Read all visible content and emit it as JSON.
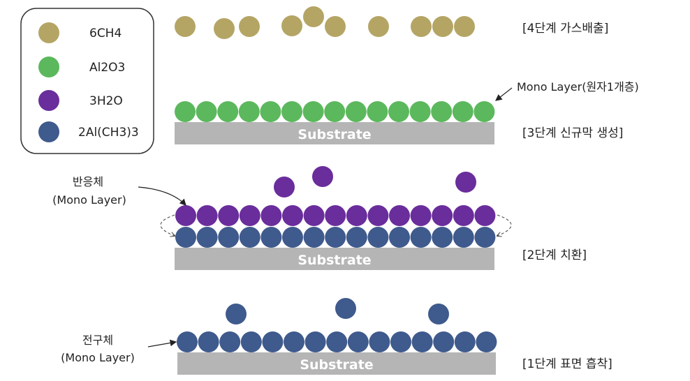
{
  "colors": {
    "ch4": "#b5a565",
    "al2o3": "#5cb85c",
    "h2o": "#6a2d9c",
    "precursor": "#3f5a8c",
    "substrate": "#b5b5b5",
    "legend_border": "#333333"
  },
  "legend": [
    {
      "label": "6CH4",
      "color_key": "ch4"
    },
    {
      "label": "Al2O3",
      "color_key": "al2o3"
    },
    {
      "label": "3H2O",
      "color_key": "h2o"
    },
    {
      "label": "2Al(CH3)3",
      "color_key": "precursor"
    }
  ],
  "stages": {
    "stage4": "[4단계 가스배출]",
    "stage3": "[3단계 신규막 생성]",
    "stage2": "[2단계 치환]",
    "stage1": "[1단계 표면 흡착]"
  },
  "annotations": {
    "mono_layer_atom": "Mono Layer(원자1개층)",
    "reactant": "반응체",
    "reactant_sub": "(Mono Layer)",
    "precursor": "전구체",
    "precursor_sub": "(Mono Layer)"
  },
  "substrate_label": "Substrate"
}
